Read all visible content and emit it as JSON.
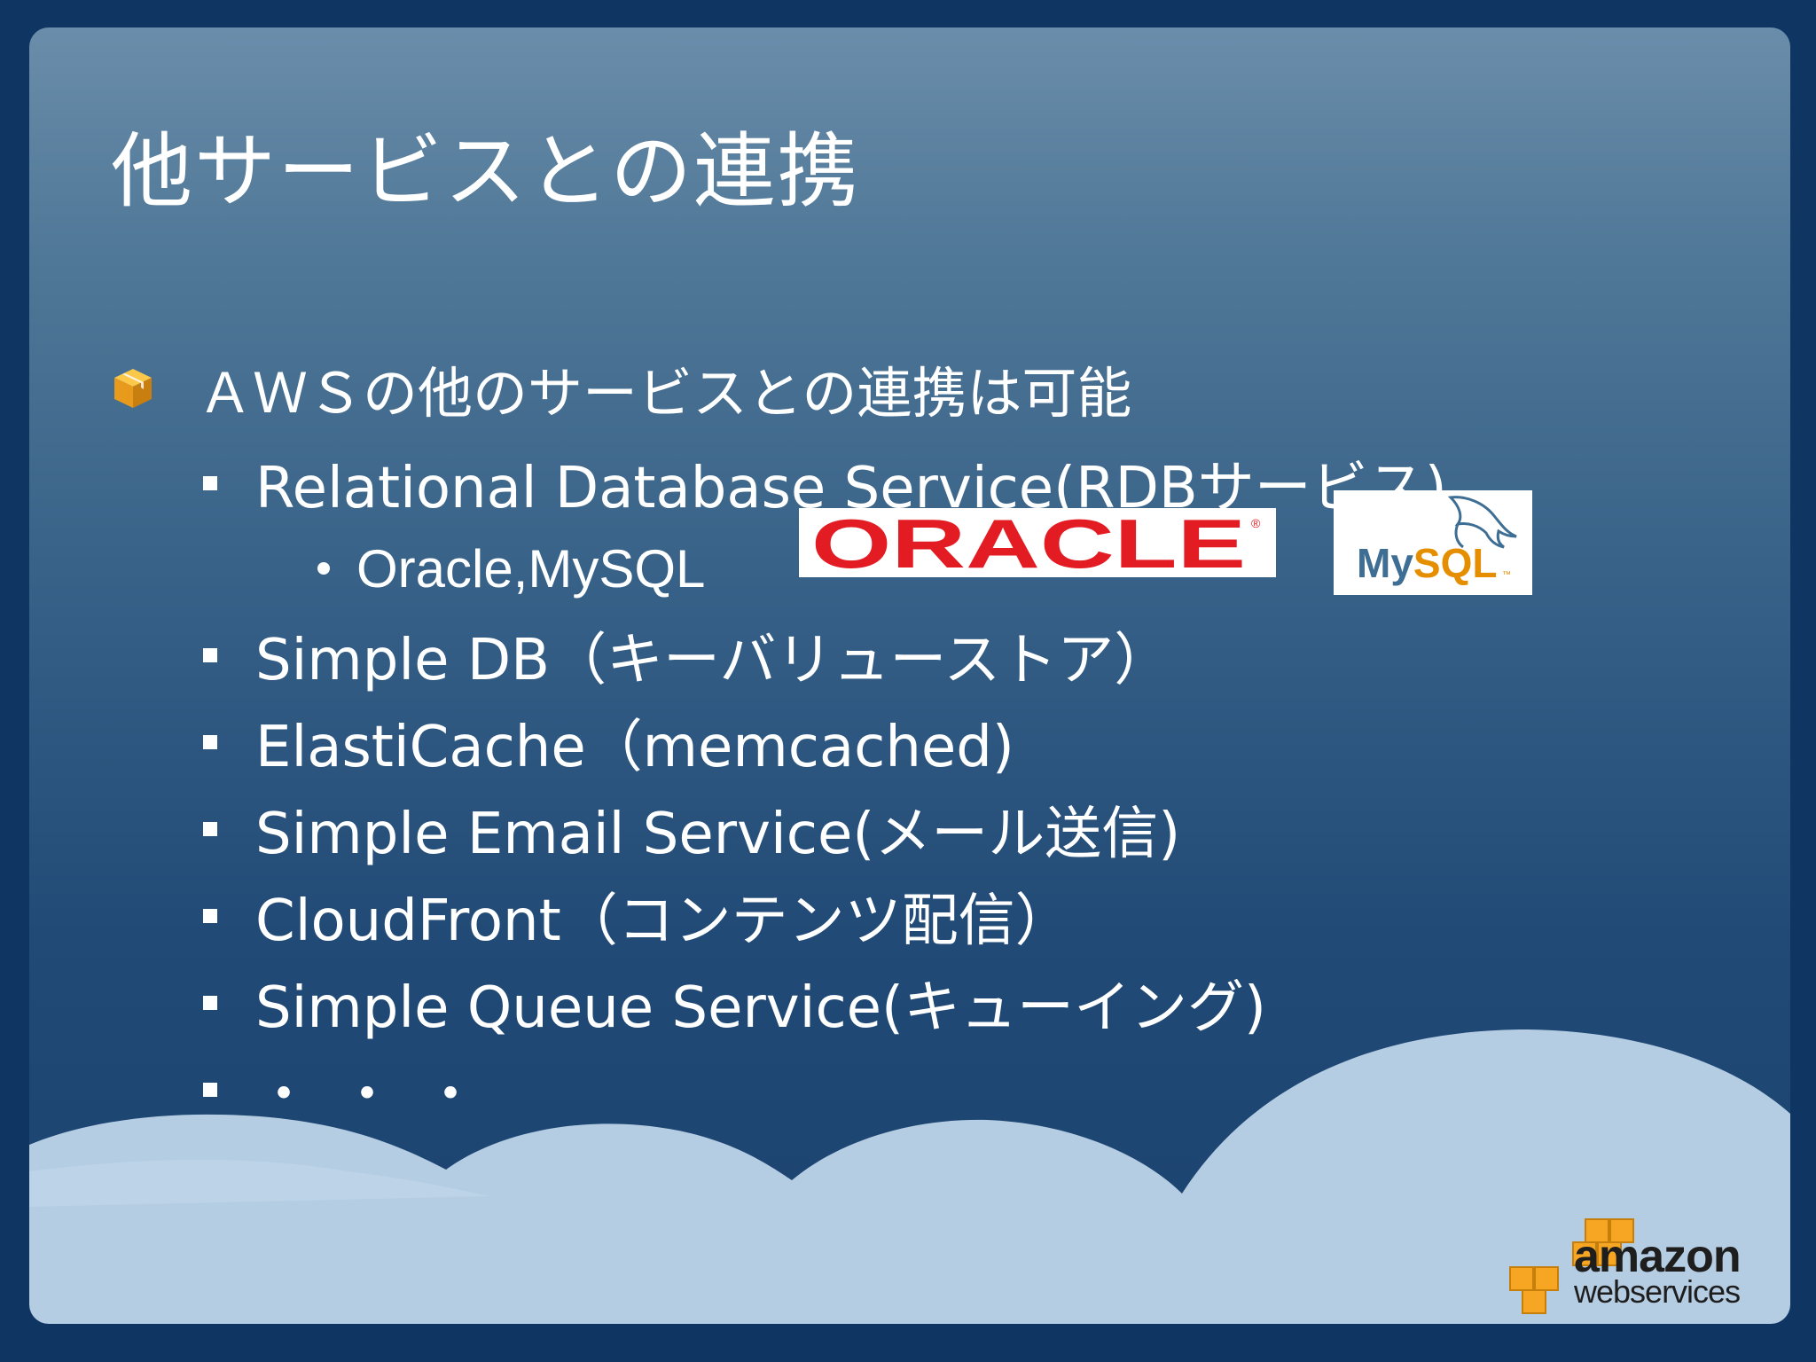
{
  "slide": {
    "title": "他サービスとの連携",
    "bullet": "ＡＷＳの他のサービスとの連携は可能",
    "items": [
      "Relational Database Service(RDBサービス)",
      "Simple DB（キーバリューストア）",
      "ElastiCache（memcached)",
      "Simple Email Service(メール送信)",
      "CloudFront（コンテンツ配信）",
      "Simple Queue Service(キューイング)",
      "・・・"
    ],
    "subitem": "Oracle,MySQL",
    "logos": {
      "oracle": "ORACLE",
      "mysql_my": "My",
      "mysql_sql": "SQL",
      "aws_line1": "amazon",
      "aws_line2": "webservices"
    }
  },
  "colors": {
    "background": "#0f3563",
    "cloud": "#b4cde3",
    "oracle_red": "#e31b23",
    "mysql_blue": "#3e6e93",
    "mysql_orange": "#e48e00",
    "aws_orange": "#f6a623"
  },
  "icons": [
    "cube-bullet-icon",
    "square-bullet-icon",
    "dot-bullet-icon",
    "mysql-dolphin-icon",
    "aws-cubes-icon"
  ]
}
